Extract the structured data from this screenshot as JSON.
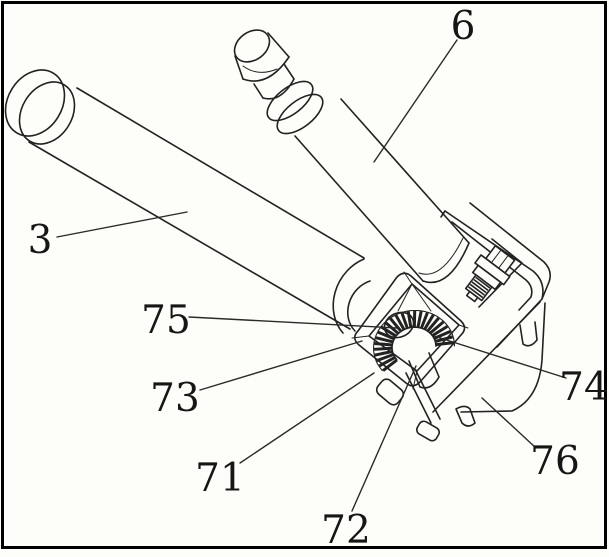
{
  "figure": {
    "kind": "patent-line-drawing",
    "background_color": "#fdfdf9",
    "stroke_color": "#222222",
    "border_color": "#000000",
    "labels": [
      {
        "ref": "3"
      },
      {
        "ref": "6"
      },
      {
        "ref": "71"
      },
      {
        "ref": "72"
      },
      {
        "ref": "73"
      },
      {
        "ref": "74"
      },
      {
        "ref": "75"
      },
      {
        "ref": "76"
      }
    ]
  }
}
